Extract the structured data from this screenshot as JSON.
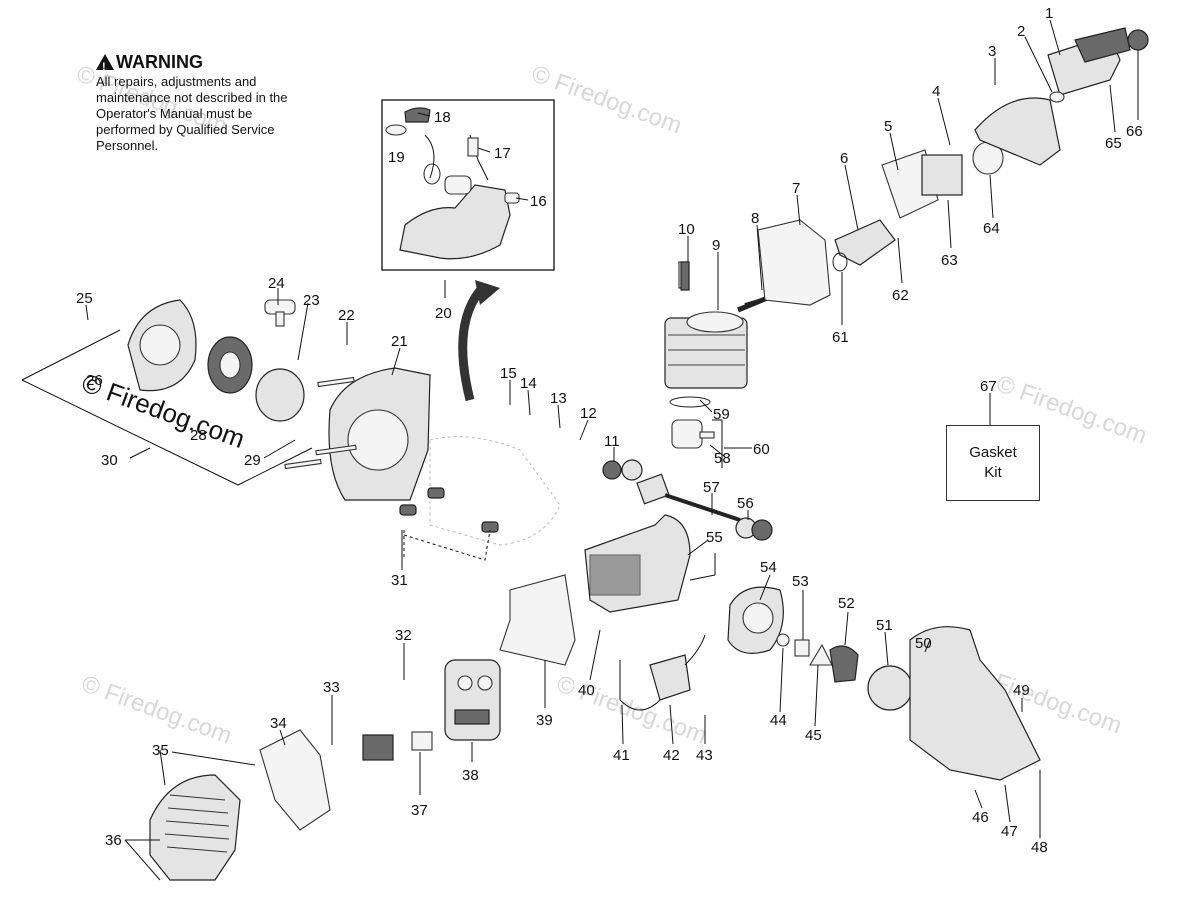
{
  "warning": {
    "title": "WARNING",
    "text": "All repairs, adjustments and maintenance not described in the Operator's Manual must be performed by Qualified Service Personnel."
  },
  "watermark": "© Firedog.com",
  "gasket_kit": {
    "line1": "Gasket",
    "line2": "Kit"
  },
  "callouts": [
    "1",
    "2",
    "3",
    "4",
    "5",
    "6",
    "7",
    "8",
    "9",
    "10",
    "11",
    "12",
    "13",
    "14",
    "15",
    "16",
    "17",
    "18",
    "19",
    "20",
    "21",
    "22",
    "23",
    "24",
    "25",
    "26",
    "28",
    "29",
    "30",
    "31",
    "32",
    "33",
    "34",
    "35",
    "36",
    "37",
    "38",
    "39",
    "40",
    "41",
    "42",
    "43",
    "44",
    "45",
    "46",
    "47",
    "48",
    "49",
    "50",
    "51",
    "52",
    "53",
    "54",
    "55",
    "56",
    "57",
    "58",
    "59",
    "60",
    "61",
    "62",
    "63",
    "64",
    "65",
    "66",
    "67"
  ]
}
